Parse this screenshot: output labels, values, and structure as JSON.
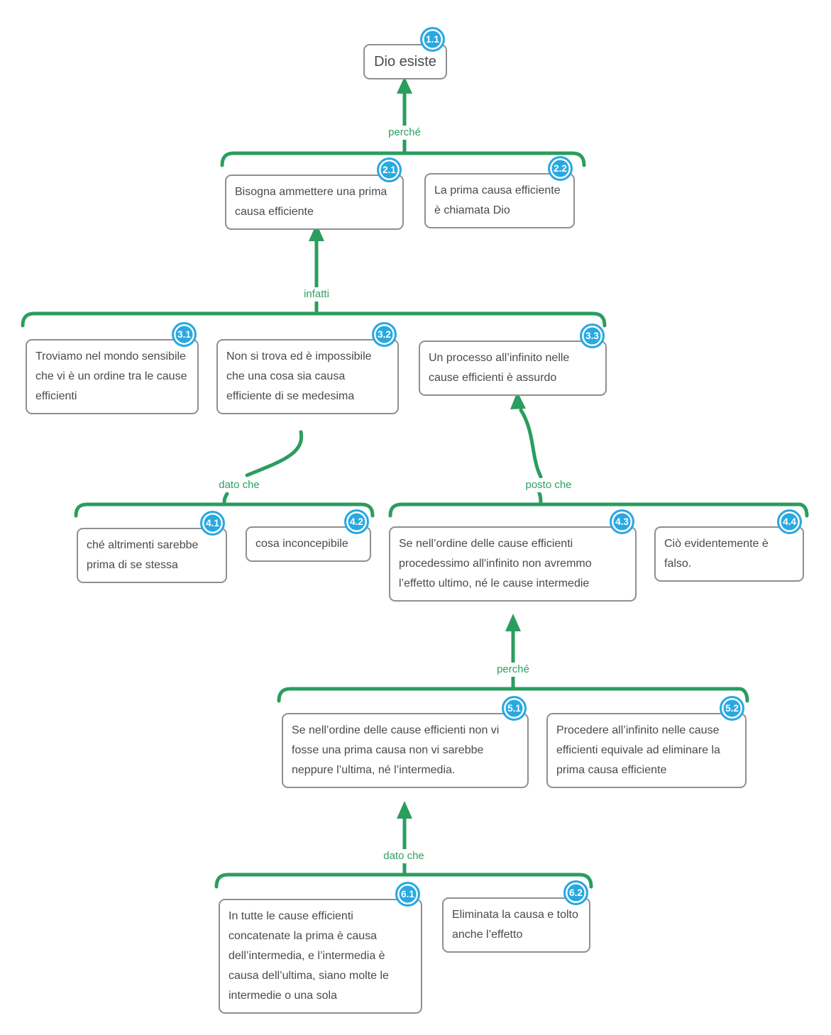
{
  "diagram": {
    "nodes": [
      {
        "id": "1.1",
        "text": "Dio esiste"
      },
      {
        "id": "2.1",
        "text": "Bisogna ammettere una prima causa efficiente"
      },
      {
        "id": "2.2",
        "text": "La prima causa efficiente è chiamata Dio"
      },
      {
        "id": "3.1",
        "text": "Troviamo nel mondo sensibile che vi è un ordine tra le cause efficienti"
      },
      {
        "id": "3.2",
        "text": "Non si trova ed è impossibile che una cosa sia causa efficiente di se medesima"
      },
      {
        "id": "3.3",
        "text": "Un processo all’infinito nelle cause efficienti è assurdo"
      },
      {
        "id": "4.1",
        "text": "ché altrimenti sarebbe prima di se stessa"
      },
      {
        "id": "4.2",
        "text": "cosa inconcepibile"
      },
      {
        "id": "4.3",
        "text": "Se nell’ordine delle cause efficienti procedessimo all'infinito non avremmo l’effetto ultimo, né le cause intermedie"
      },
      {
        "id": "4.4",
        "text": "Ciò evidentemente è falso."
      },
      {
        "id": "5.1",
        "text": "Se nell’ordine delle cause efficienti non vi fosse una prima causa non vi sarebbe neppure l’ultima, né l’intermedia."
      },
      {
        "id": "5.2",
        "text": "Procedere all’infinito nelle cause efficienti equivale ad eliminare la prima causa efficiente"
      },
      {
        "id": "6.1",
        "text": "In tutte le cause efficienti concatenate la prima è causa dell’intermedia, e l’intermedia è causa dell’ultima, siano molte le intermedie o una sola"
      },
      {
        "id": "6.2",
        "text": "Eliminata la causa e tolto anche l’effetto"
      }
    ],
    "edge_labels": [
      {
        "id": "perche-1",
        "text": "perché"
      },
      {
        "id": "infatti",
        "text": "infatti"
      },
      {
        "id": "dato-che-1",
        "text": "dato che"
      },
      {
        "id": "posto-che",
        "text": "posto che"
      },
      {
        "id": "perche-2",
        "text": "perché"
      },
      {
        "id": "dato-che-2",
        "text": "dato che"
      }
    ],
    "colors": {
      "connector_green": "#2a9d5f",
      "badge_blue": "#29a9e0",
      "box_border_gray": "#8f8f8f",
      "text_gray": "#4a4a4a",
      "background": "#ffffff"
    }
  }
}
